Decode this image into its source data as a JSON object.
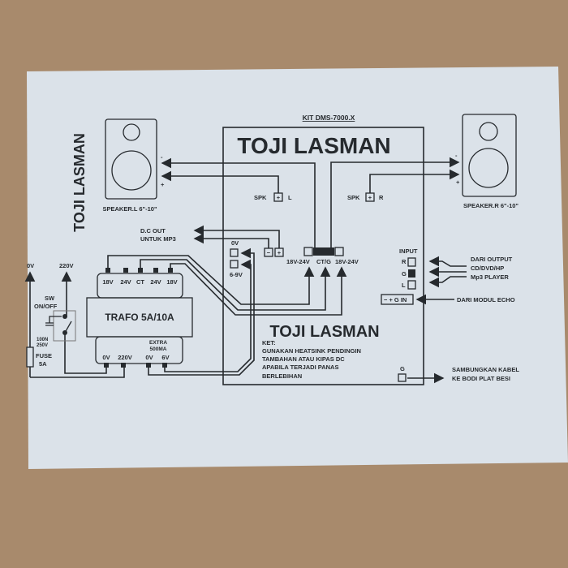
{
  "kit_title": "KIT DMS-7000.X",
  "brand": "TOJI LASMAN",
  "speaker_left": {
    "label": "SPEAKER.L 6\"-10\"",
    "minus": "-",
    "plus": "+"
  },
  "speaker_right": {
    "label": "SPEAKER.R 6\"-10\"",
    "minus": "-",
    "plus": "+"
  },
  "spk_left": {
    "label": "SPK",
    "side": "L"
  },
  "spk_right": {
    "label": "SPK",
    "side": "R"
  },
  "dc_out": {
    "line1": "D.C OUT",
    "line2": "UNTUK MP3"
  },
  "dc_in": {
    "top": "0V",
    "bottom": "6-9V"
  },
  "power_connector": {
    "left": "18V-24V",
    "center": "CT/G",
    "right": "18V-24V"
  },
  "transformer": {
    "title": "TRAFO 5A/10A",
    "top_taps": [
      "18V",
      "24V",
      "CT",
      "24V",
      "18V"
    ],
    "bottom_taps": [
      "0V",
      "220V",
      "0V",
      "6V"
    ],
    "extra_line1": "EXTRA",
    "extra_line2": "500MA"
  },
  "mains": {
    "zero": "0V",
    "live": "220V",
    "switch1": "SW",
    "switch2": "ON/OFF",
    "cap1": "100N",
    "cap2": "250V",
    "fuse1": "FUSE",
    "fuse2": "5A"
  },
  "input": {
    "label": "INPUT",
    "pins": [
      "R",
      "G",
      "L"
    ],
    "source1": "DARI OUTPUT",
    "source2": "CD/DVD/HP",
    "source3": "Mp3 PLAYER"
  },
  "echo": {
    "connector": "− + G IN",
    "source": "DARI MODUL ECHO"
  },
  "notes": {
    "title": "KET:",
    "lines": [
      "GUNAKAN HEATSINK PENDINGIN",
      "TAMBAHAN ATAU KIPAS DC",
      "APABILA TERJADI PANAS",
      "BERLEBIHAN"
    ]
  },
  "ground": {
    "label": "G",
    "line1": "SAMBUNGKAN KABEL",
    "line2": "KE BODI PLAT BESI"
  }
}
